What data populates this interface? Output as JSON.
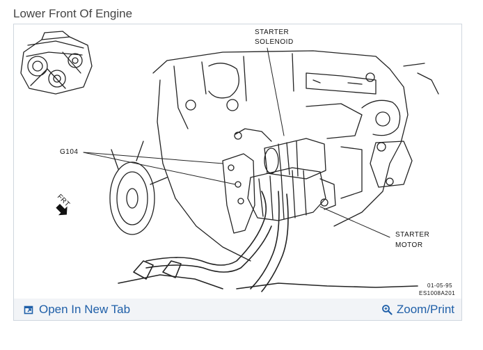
{
  "title": "Lower Front Of Engine",
  "diagram": {
    "labels": {
      "starter_line1": "STARTER",
      "starter_line2": "SOLENOID",
      "g104": "G104",
      "frt": "FRT",
      "motor_line1": "STARTER",
      "motor_line2": "MOTOR",
      "date_code": "01-05-95",
      "figure_code": "ES1008A201"
    }
  },
  "footer": {
    "open_tab_label": "Open In New Tab",
    "zoom_label": "Zoom/Print",
    "open_tab_icon": "open-in-new-tab-icon",
    "zoom_icon": "magnifier-icon",
    "link_color": "#1f5fa8"
  }
}
